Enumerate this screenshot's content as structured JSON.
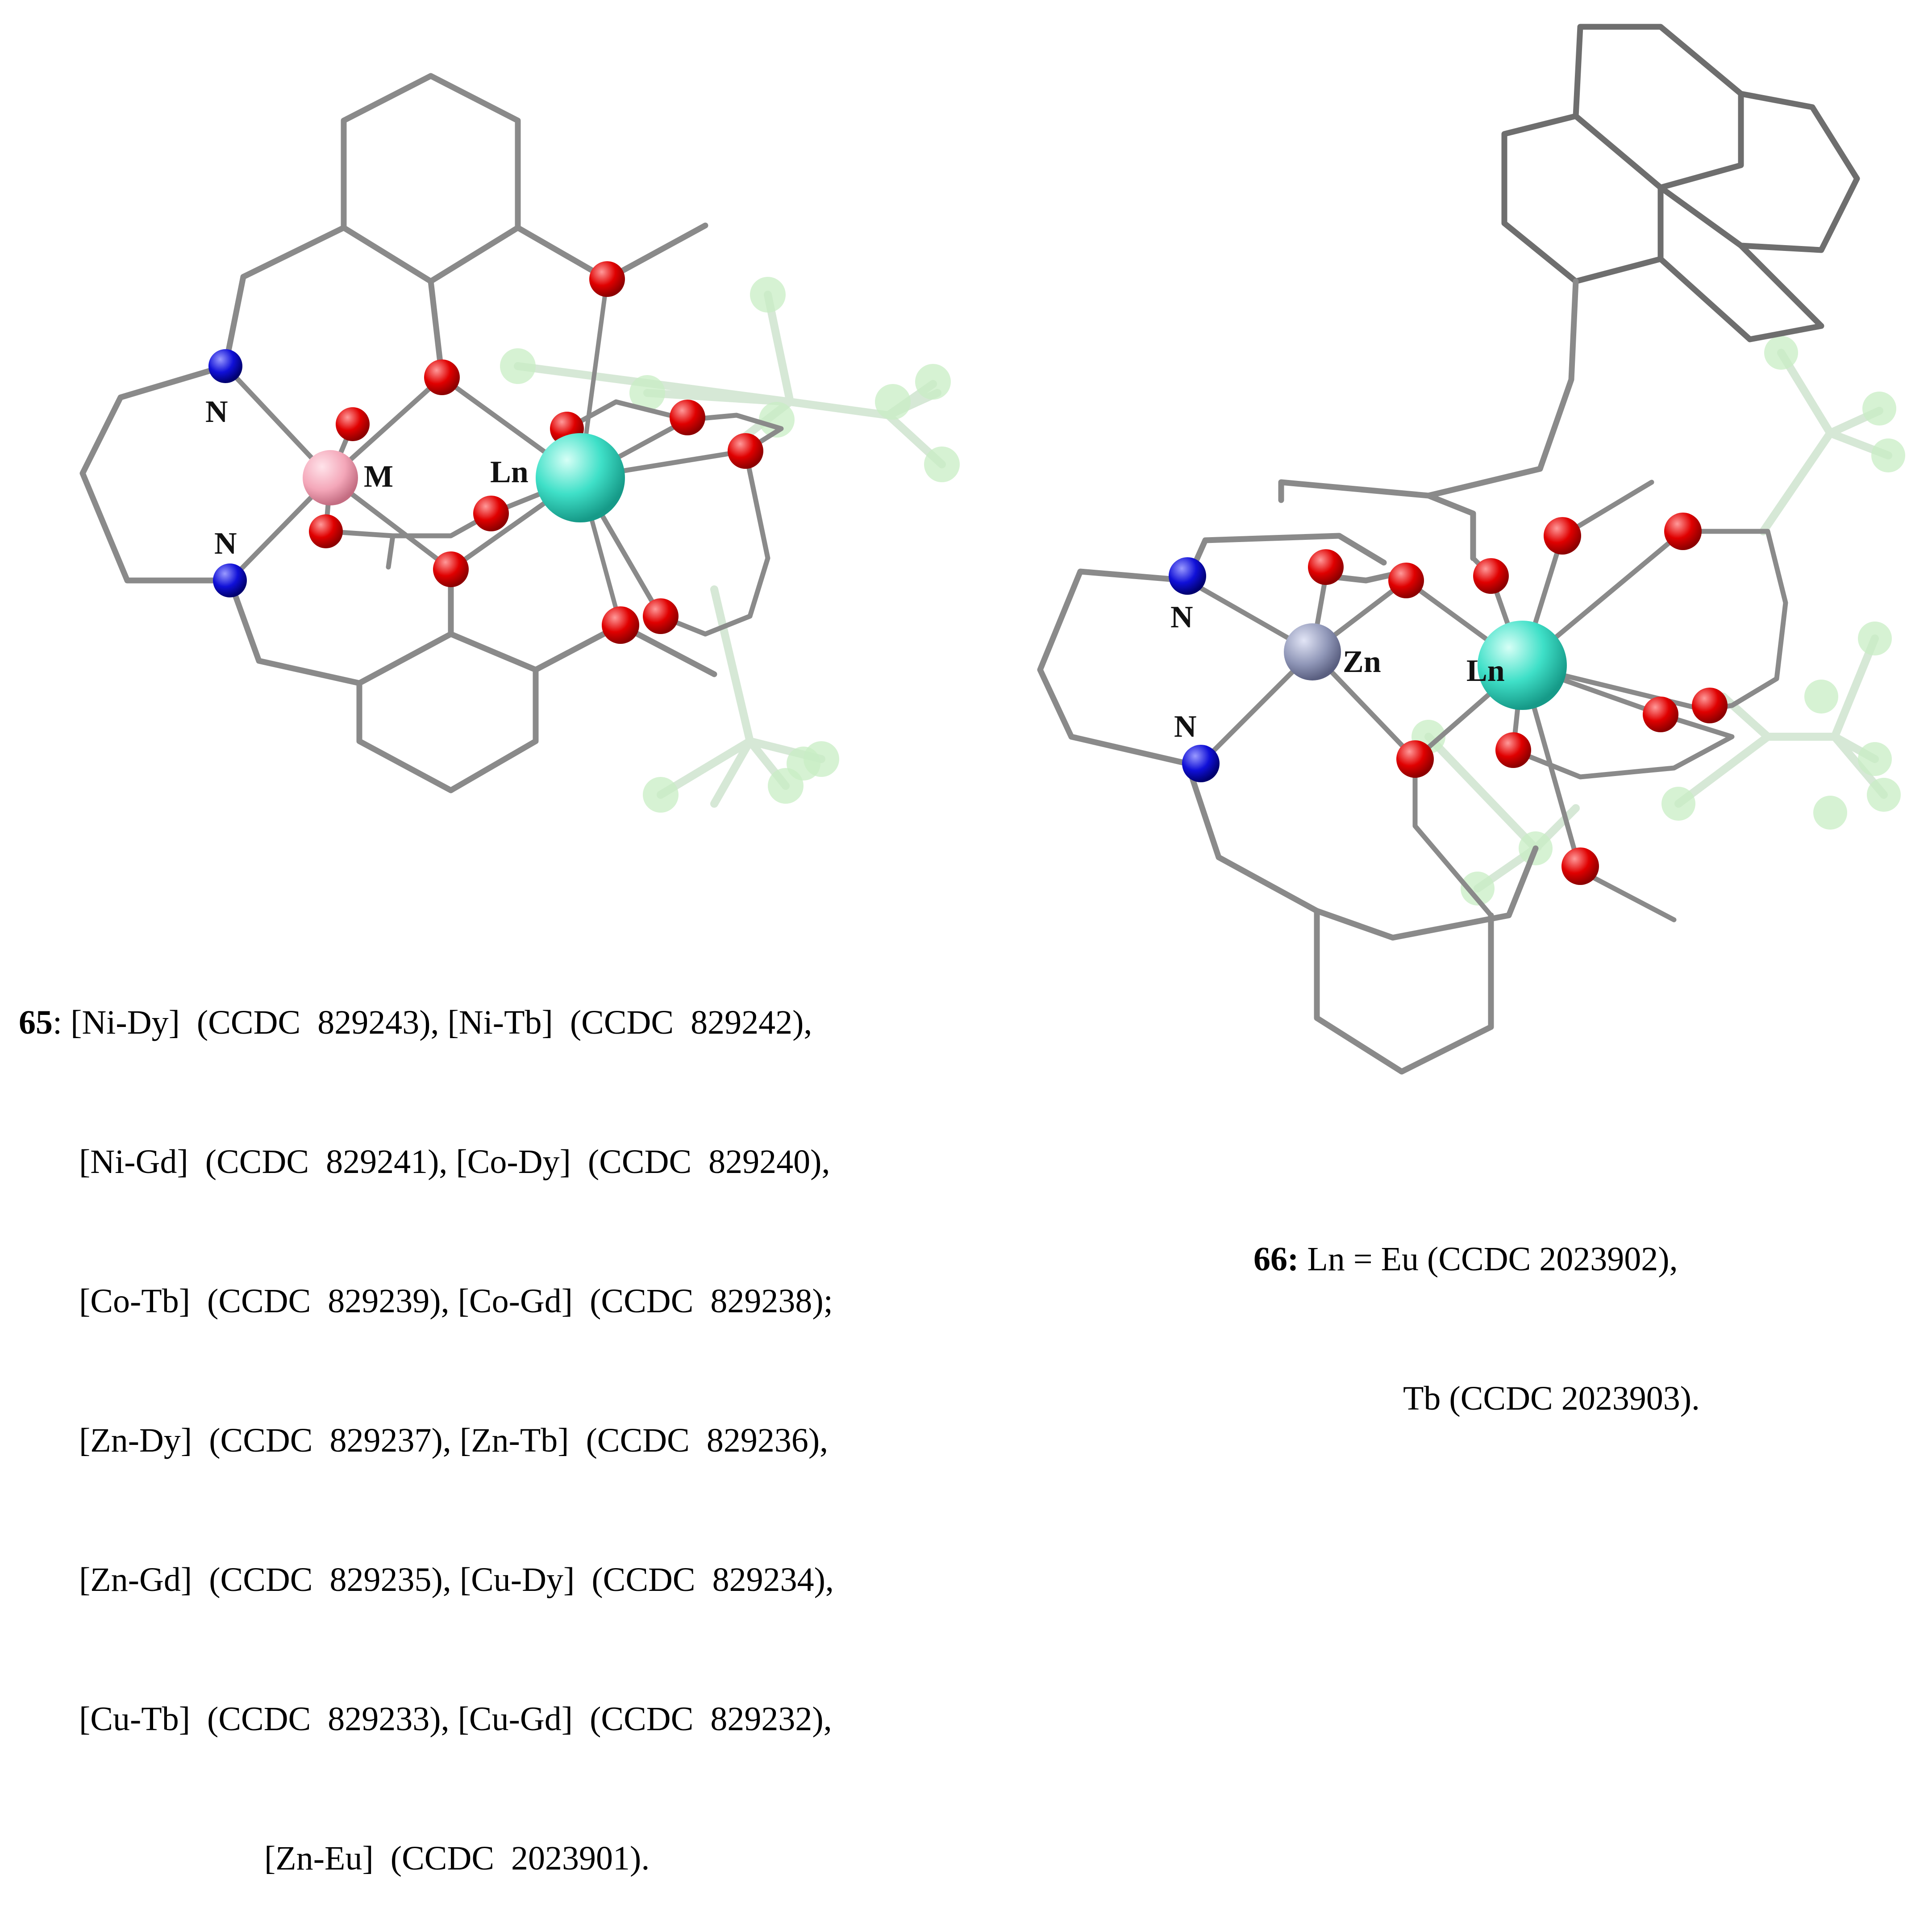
{
  "structure_65": {
    "atom_labels": {
      "metal": "M",
      "lanthanide": "Ln",
      "nitrogen_top": "N",
      "nitrogen_bottom": "N"
    },
    "colors": {
      "metal": "#f4a7b9",
      "lanthanide": "#3fe0c8",
      "oxygen": "#e00000",
      "nitrogen": "#1010d8",
      "fluorine": "#c8eec4",
      "bond": "#8a8a8a"
    },
    "caption": {
      "number": "65",
      "line1": ": [Ni-Dy]  (CCDC  829243), [Ni-Tb]  (CCDC  829242),",
      "line2": "[Ni-Gd]  (CCDC  829241), [Co-Dy]  (CCDC  829240),",
      "line3": "[Co-Tb]  (CCDC  829239), [Co-Gd]  (CCDC  829238);",
      "line4": "[Zn-Dy]  (CCDC  829237), [Zn-Tb]  (CCDC  829236),",
      "line5": "[Zn-Gd]  (CCDC  829235), [Cu-Dy]  (CCDC  829234),",
      "line6": "[Cu-Tb]  (CCDC  829233), [Cu-Gd]  (CCDC  829232),",
      "line7": "[Zn-Eu]  (CCDC  2023901)."
    }
  },
  "structure_66": {
    "atom_labels": {
      "metal": "Zn",
      "lanthanide": "Ln",
      "nitrogen_top": "N",
      "nitrogen_bottom": "N"
    },
    "colors": {
      "metal": "#9097b8",
      "lanthanide": "#3fe0c8",
      "oxygen": "#e00000",
      "nitrogen": "#1010d8",
      "fluorine": "#c8eec4",
      "bond": "#8a8a8a"
    },
    "caption": {
      "number": "66:",
      "line1": " Ln = Eu (CCDC 2023902),",
      "line2": "Tb (CCDC 2023903)."
    }
  }
}
